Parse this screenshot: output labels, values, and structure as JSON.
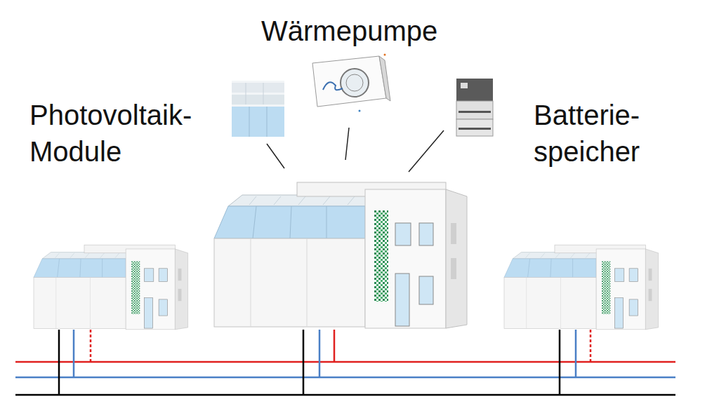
{
  "diagram": {
    "labels": [
      "Wärmepumpe",
      "Photovoltaik- Module",
      "Batterie- speicher"
    ]
  }
}
